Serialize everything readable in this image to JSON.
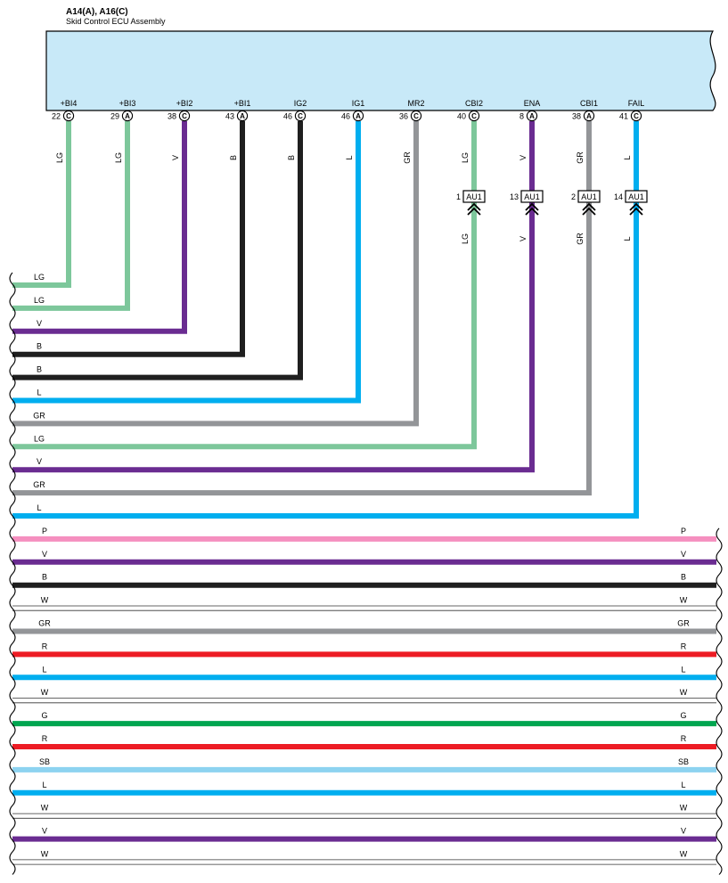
{
  "header": {
    "title": "A14(A), A16(C)",
    "subtitle": "Skid Control ECU Assembly"
  },
  "colors": {
    "LG": "#7dc79b",
    "V": "#6a2c91",
    "B": "#1f1f1f",
    "L": "#00aeef",
    "GR": "#939598",
    "P": "#f58fbf",
    "W": "#ffffff",
    "R": "#ed1c24",
    "G": "#00a650",
    "SB": "#8dd3f0",
    "ecu_fill": "#c8e9f8"
  },
  "pins": [
    {
      "name": "+BI4",
      "pin": "22",
      "conn": "C",
      "color": "LG"
    },
    {
      "name": "+BI3",
      "pin": "29",
      "conn": "A",
      "color": "LG"
    },
    {
      "name": "+BI2",
      "pin": "38",
      "conn": "C",
      "color": "V"
    },
    {
      "name": "+BI1",
      "pin": "43",
      "conn": "A",
      "color": "B"
    },
    {
      "name": "IG2",
      "pin": "46",
      "conn": "C",
      "color": "B"
    },
    {
      "name": "IG1",
      "pin": "46",
      "conn": "A",
      "color": "L"
    },
    {
      "name": "MR2",
      "pin": "36",
      "conn": "C",
      "color": "GR"
    },
    {
      "name": "CBI2",
      "pin": "40",
      "conn": "C",
      "color": "LG",
      "au": {
        "pin": "1",
        "label": "AU1"
      }
    },
    {
      "name": "ENA",
      "pin": "8",
      "conn": "A",
      "color": "V",
      "au": {
        "pin": "13",
        "label": "AU1"
      }
    },
    {
      "name": "CBI1",
      "pin": "38",
      "conn": "A",
      "color": "GR",
      "au": {
        "pin": "2",
        "label": "AU1"
      }
    },
    {
      "name": "FAIL",
      "pin": "41",
      "conn": "C",
      "color": "L",
      "au": {
        "pin": "14",
        "label": "AU1"
      }
    }
  ],
  "through_wires": [
    {
      "color": "P"
    },
    {
      "color": "V"
    },
    {
      "color": "B"
    },
    {
      "color": "W"
    },
    {
      "color": "GR"
    },
    {
      "color": "R"
    },
    {
      "color": "L"
    },
    {
      "color": "W"
    },
    {
      "color": "G"
    },
    {
      "color": "R"
    },
    {
      "color": "SB"
    },
    {
      "color": "L"
    },
    {
      "color": "W"
    },
    {
      "color": "V"
    },
    {
      "color": "W"
    }
  ]
}
